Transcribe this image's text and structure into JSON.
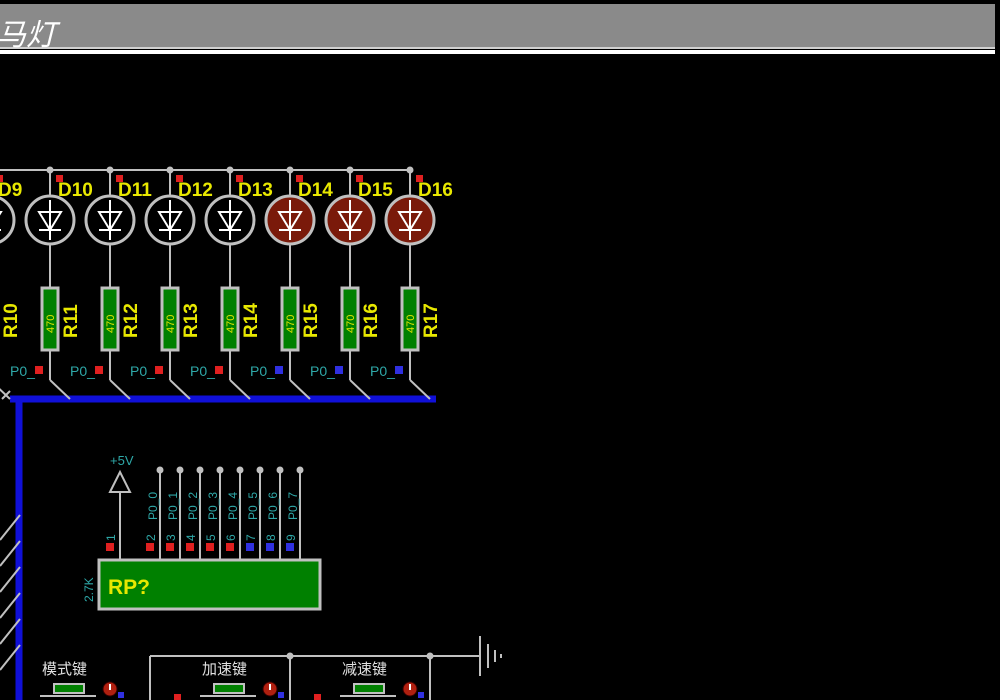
{
  "window": {
    "title": "马灯"
  },
  "diodes": [
    {
      "label": "D9",
      "lit": false
    },
    {
      "label": "D10",
      "lit": false
    },
    {
      "label": "D11",
      "lit": false
    },
    {
      "label": "D12",
      "lit": false
    },
    {
      "label": "D13",
      "lit": false
    },
    {
      "label": "D14",
      "lit": true
    },
    {
      "label": "D15",
      "lit": true
    },
    {
      "label": "D16",
      "lit": true
    }
  ],
  "resistors": [
    {
      "ref": "R10",
      "value": ""
    },
    {
      "ref": "R11",
      "value": "470"
    },
    {
      "ref": "R12",
      "value": "470"
    },
    {
      "ref": "R13",
      "value": "470"
    },
    {
      "ref": "R14",
      "value": "470"
    },
    {
      "ref": "R15",
      "value": "470"
    },
    {
      "ref": "R16",
      "value": "470"
    },
    {
      "ref": "R17",
      "value": "470"
    }
  ],
  "port_labels": [
    "P0_",
    "P0_",
    "P0_",
    "P0_",
    "P0_",
    "P0_",
    "P0_"
  ],
  "resistor_pack": {
    "ref": "RP?",
    "value": "2.7K",
    "supply": "+5V",
    "pin_numbers": [
      "1",
      "2",
      "3",
      "4",
      "5",
      "6",
      "7",
      "8",
      "9"
    ],
    "net_labels": [
      "P0_0",
      "P0_1",
      "P0_2",
      "P0_3",
      "P0_4",
      "P0_5",
      "P0_6",
      "P0_7"
    ]
  },
  "buttons": [
    {
      "label": "模式键"
    },
    {
      "label": "加速键"
    },
    {
      "label": "减速键"
    }
  ],
  "colors": {
    "background": "#000000",
    "wire": "#c0c0c0",
    "bus": "#1010d8",
    "component_fill": "#008000",
    "label_yellow": "#e8e800",
    "net_label_cyan": "#2ea8a8",
    "led_lit": "#7a1a0a",
    "pin_red": "#e02020",
    "pin_blue": "#3030e0"
  },
  "icons": [
    "ground-symbol-icon",
    "power-arrow-icon",
    "diode-symbol-icon",
    "warning-icon"
  ]
}
